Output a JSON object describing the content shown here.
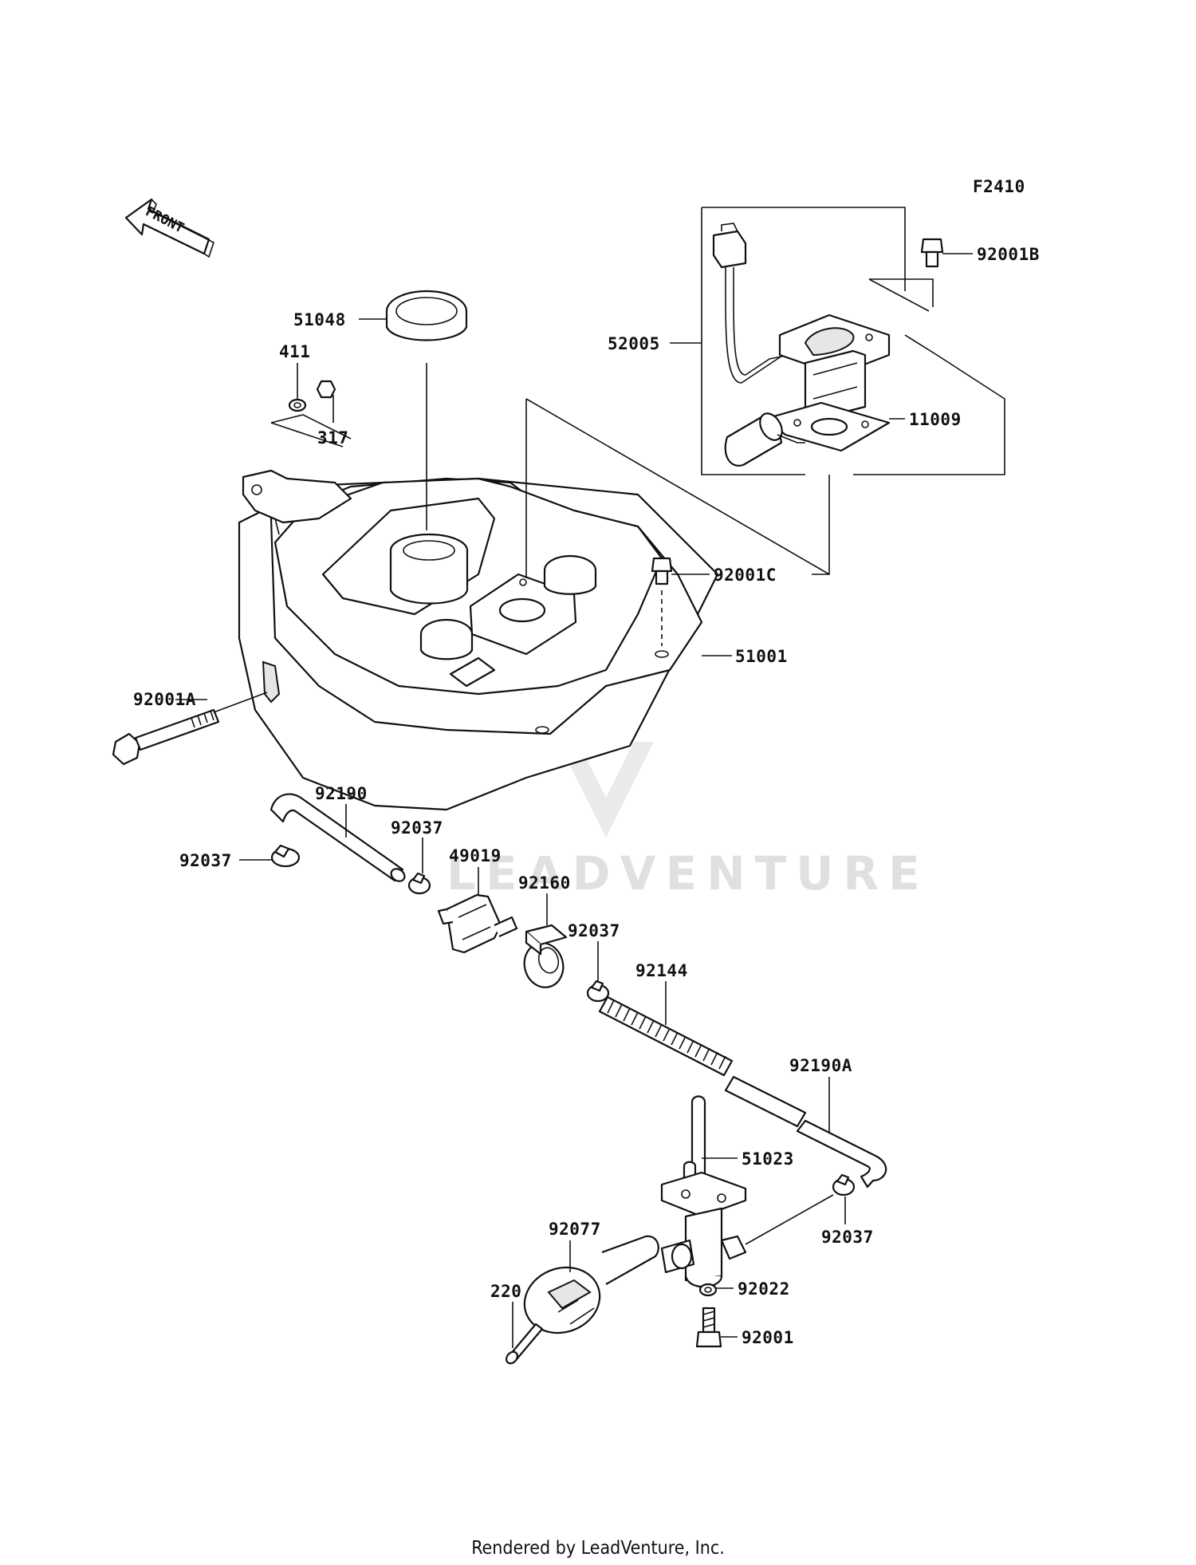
{
  "diagram_code": "F2410",
  "front_arrow_label": "FRONT",
  "watermark": "LEADVENTURE",
  "footer": "Rendered by LeadVenture, Inc.",
  "part_labels": {
    "p92001B": "92001B",
    "p51048": "51048",
    "p52005": "52005",
    "p411": "411",
    "p317": "317",
    "p11009": "11009",
    "p92001C": "92001C",
    "p51001": "51001",
    "p92001A": "92001A",
    "p92190": "92190",
    "p92037a": "92037",
    "p92037b": "92037",
    "p49019": "49019",
    "p92160": "92160",
    "p92037c": "92037",
    "p92144": "92144",
    "p92190A": "92190A",
    "p51023": "51023",
    "p92077": "92077",
    "p92037d": "92037",
    "p220": "220",
    "p92022": "92022",
    "p92001": "92001"
  }
}
